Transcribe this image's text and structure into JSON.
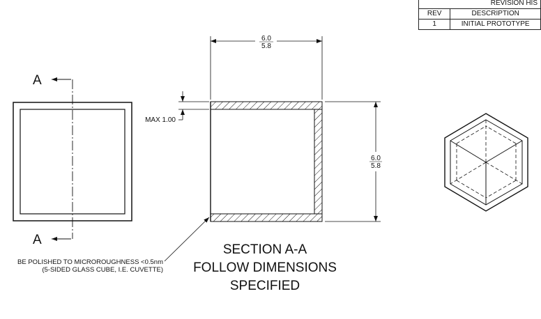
{
  "revision_table": {
    "title": "REVISION HIS",
    "col_rev": "REV",
    "col_description": "DESCRIPTION",
    "rows": [
      {
        "rev": "1",
        "description": "INITIAL PROTOTYPE"
      }
    ]
  },
  "front_view": {
    "section_label_top": "A",
    "section_label_bottom": "A"
  },
  "section_view": {
    "width_dim_max": "6.0",
    "width_dim_min": "5.8",
    "height_dim_max": "6.0",
    "height_dim_min": "5.8",
    "wall_dim": "MAX 1.00",
    "note_line1": "BE POLISHED TO MICROROUGHNESS <0.5nm",
    "note_line2": "(5-SIDED GLASS CUBE, I.E. CUVETTE)",
    "caption_line1": "SECTION A-A",
    "caption_line2": "FOLLOW DIMENSIONS",
    "caption_line3": "SPECIFIED"
  }
}
